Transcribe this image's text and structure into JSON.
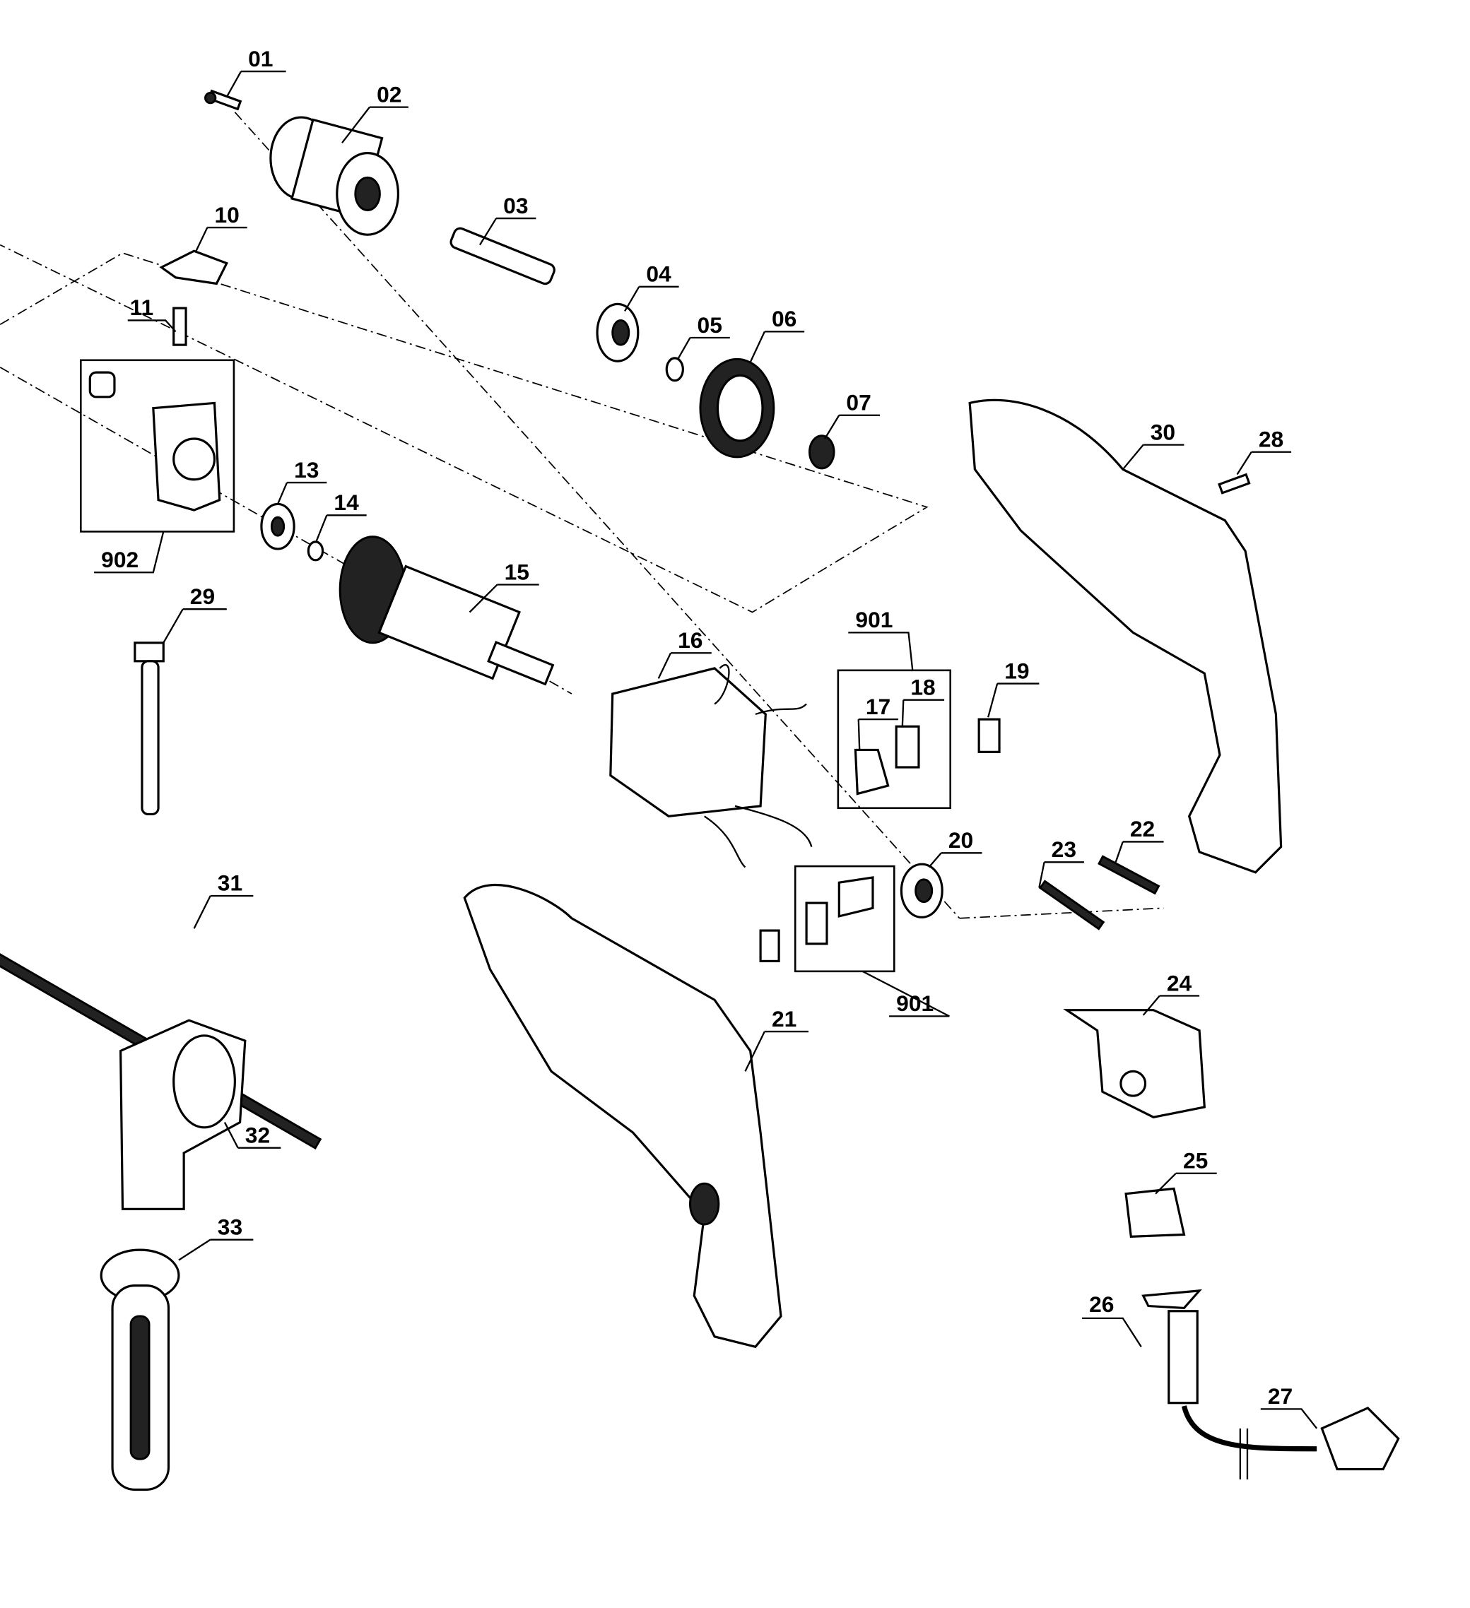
{
  "diagram": {
    "title": "Exploded parts diagram of impact drill",
    "part_labels": [
      "01",
      "02",
      "03",
      "04",
      "05",
      "06",
      "07",
      "10",
      "11",
      "13",
      "14",
      "15",
      "16",
      "901",
      "17",
      "18",
      "19",
      "20",
      "21",
      "22",
      "23",
      "24",
      "25",
      "26",
      "27",
      "28",
      "29",
      "30",
      "31",
      "32",
      "33",
      "901",
      "902"
    ]
  }
}
